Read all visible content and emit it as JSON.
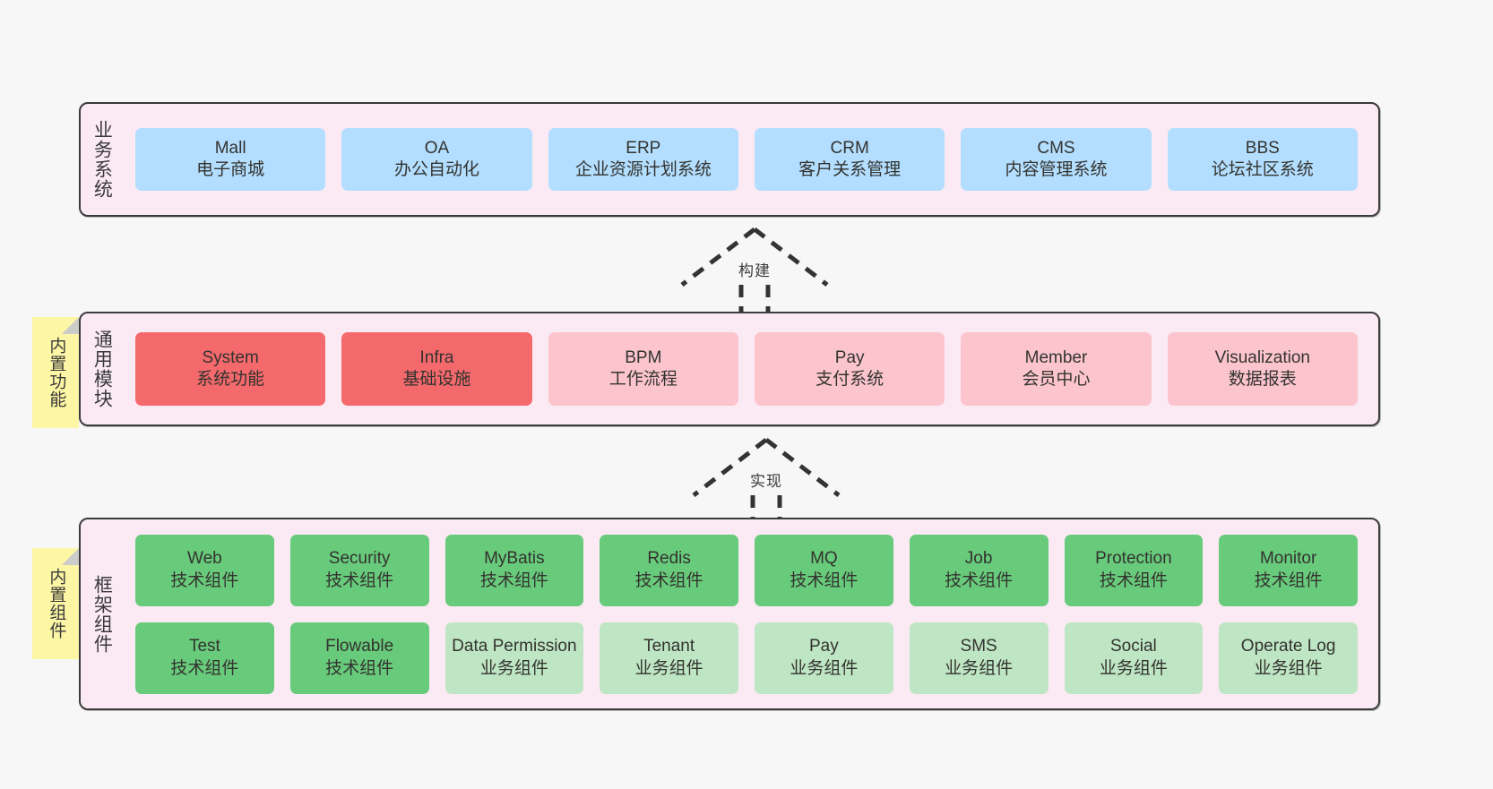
{
  "layers": {
    "business": {
      "title": "业务系统",
      "cards": [
        {
          "en": "Mall",
          "cn": "电子商城"
        },
        {
          "en": "OA",
          "cn": "办公自动化"
        },
        {
          "en": "ERP",
          "cn": "企业资源计划系统"
        },
        {
          "en": "CRM",
          "cn": "客户关系管理"
        },
        {
          "en": "CMS",
          "cn": "内容管理系统"
        },
        {
          "en": "BBS",
          "cn": "论坛社区系统"
        }
      ]
    },
    "common": {
      "title": "通用模块",
      "cards": [
        {
          "en": "System",
          "cn": "系统功能"
        },
        {
          "en": "Infra",
          "cn": "基础设施"
        },
        {
          "en": "BPM",
          "cn": "工作流程"
        },
        {
          "en": "Pay",
          "cn": "支付系统"
        },
        {
          "en": "Member",
          "cn": "会员中心"
        },
        {
          "en": "Visualization",
          "cn": "数据报表"
        }
      ]
    },
    "framework": {
      "title": "框架组件",
      "row1": [
        {
          "en": "Web",
          "cn": "技术组件"
        },
        {
          "en": "Security",
          "cn": "技术组件"
        },
        {
          "en": "MyBatis",
          "cn": "技术组件"
        },
        {
          "en": "Redis",
          "cn": "技术组件"
        },
        {
          "en": "MQ",
          "cn": "技术组件"
        },
        {
          "en": "Job",
          "cn": "技术组件"
        },
        {
          "en": "Protection",
          "cn": "技术组件"
        },
        {
          "en": "Monitor",
          "cn": "技术组件"
        }
      ],
      "row2": [
        {
          "en": "Test",
          "cn": "技术组件"
        },
        {
          "en": "Flowable",
          "cn": "技术组件"
        },
        {
          "en": "Data Permission",
          "cn": "业务组件"
        },
        {
          "en": "Tenant",
          "cn": "业务组件"
        },
        {
          "en": "Pay",
          "cn": "业务组件"
        },
        {
          "en": "SMS",
          "cn": "业务组件"
        },
        {
          "en": "Social",
          "cn": "业务组件"
        },
        {
          "en": "Operate Log",
          "cn": "业务组件"
        }
      ]
    }
  },
  "notes": {
    "builtin_function": "内置功能",
    "builtin_component": "内置组件"
  },
  "connectors": {
    "build": "构建",
    "implement": "实现"
  },
  "colors": {
    "background": "#f7f7f7",
    "layer_band": "#fbeaf4",
    "layer_border": "#3b3b3b",
    "business_card": "#b3deff",
    "common_card_active": "#f4696c",
    "common_card_planned": "#fcc5ce",
    "framework_tech": "#68ca7b",
    "framework_business": "#bfe6c4",
    "note": "#fcf6a5",
    "note_fold": "#ccccca"
  }
}
